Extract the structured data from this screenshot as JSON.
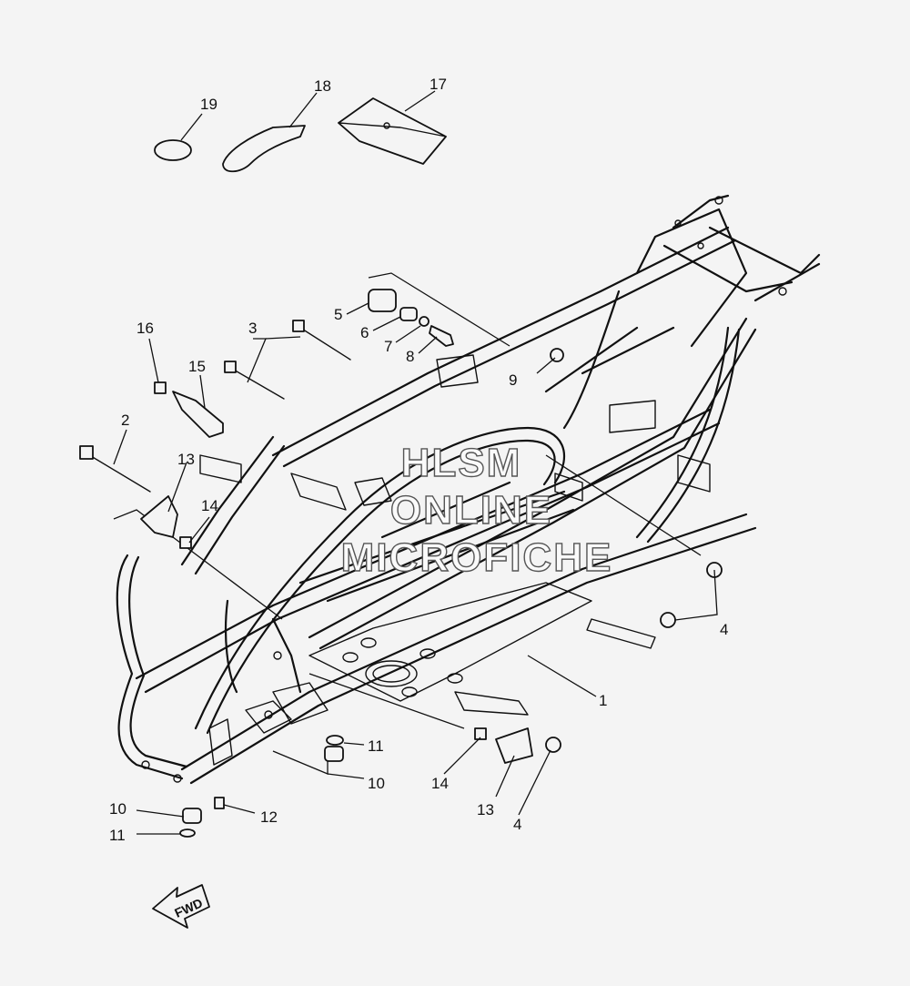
{
  "callouts": {
    "p1": "1",
    "p2": "2",
    "p3": "3",
    "p4a": "4",
    "p4b": "4",
    "p5": "5",
    "p6": "6",
    "p7": "7",
    "p8": "8",
    "p9": "9",
    "p10a": "10",
    "p10b": "10",
    "p11a": "11",
    "p11b": "11",
    "p12": "12",
    "p13a": "13",
    "p13b": "13",
    "p14a": "14",
    "p14b": "14",
    "p15": "15",
    "p16": "16",
    "p17": "17",
    "p18": "18",
    "p19": "19"
  },
  "watermark": {
    "line1": "HLSM",
    "line2": "ONLINE",
    "line3": "MICROFICHE"
  },
  "direction_arrow": {
    "label": "FWD",
    "icon": "fwd-arrow-icon"
  }
}
